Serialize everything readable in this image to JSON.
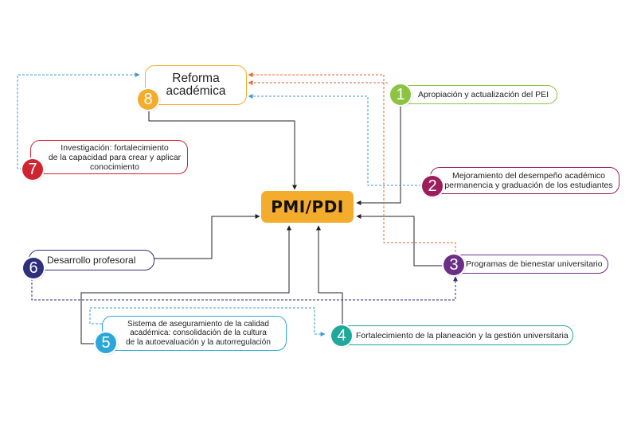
{
  "center": {
    "label": "PMI/PDI",
    "color": "#f4ac2d"
  },
  "nodes": [
    {
      "number": "1",
      "label": "Apropiación y actualización del PEI",
      "color": "#8cc341"
    },
    {
      "number": "2",
      "label": "Mejoramiento del desempeño académico\npermanencia y graduación de los estudiantes",
      "color": "#9c1f5b"
    },
    {
      "number": "3",
      "label": "Programas de bienestar universitario",
      "color": "#6b2f87"
    },
    {
      "number": "4",
      "label": "Fortalecimiento de la planeación y la gestión universitaria",
      "color": "#1fa99a"
    },
    {
      "number": "5",
      "label": "Sistema de aseguramiento de la calidad\nacadémica: consolidación de la cultura\nde la autoevaluación y la autorregulación",
      "color": "#2ba8d9"
    },
    {
      "number": "6",
      "label": "Desarrollo profesoral",
      "color": "#2e2f7d"
    },
    {
      "number": "7",
      "label": "Investigación: fortalecimiento\nde la capacidad para crear y aplicar\nconocimiento",
      "color": "#cf2432"
    },
    {
      "number": "8",
      "label": "Reforma\nacadémica",
      "color": "#f4ac2d"
    }
  ]
}
